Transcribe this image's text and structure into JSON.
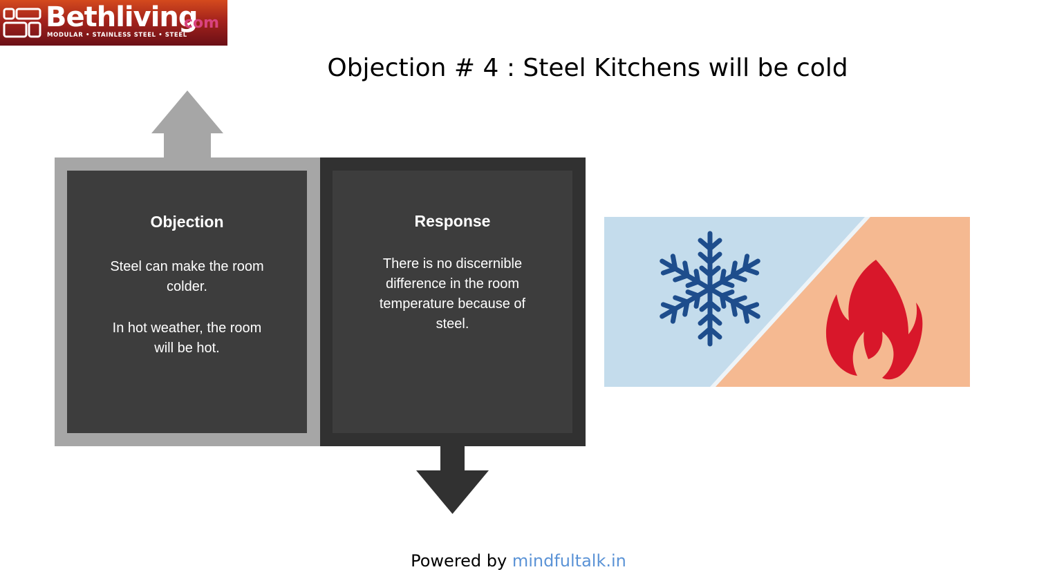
{
  "logo": {
    "name": "Bethliving",
    "suffix": "com",
    "tagline": "MODULAR • STAINLESS STEEL • STEEL"
  },
  "title": "Objection # 4 : Steel Kitchens will be cold",
  "objection": {
    "heading": "Objection",
    "paragraphs": [
      "Steel can make the room colder.",
      "In hot weather, the room will be hot."
    ]
  },
  "response": {
    "heading": "Response",
    "paragraphs": [
      "There is no discernible difference in the room temperature because of steel."
    ]
  },
  "image": {
    "icons": [
      "snowflake-icon",
      "flame-icon"
    ]
  },
  "footer": {
    "prefix": "Powered by ",
    "link": "mindfultalk.in"
  },
  "colors": {
    "objection_frame": "#a6a6a6",
    "response_frame": "#313131",
    "card": "#3d3d3d",
    "snowflake": "#1e4d8c",
    "flame": "#d8172a",
    "cold_bg": "#c4dcec",
    "hot_bg": "#f5b991",
    "link": "#5b93d6"
  }
}
